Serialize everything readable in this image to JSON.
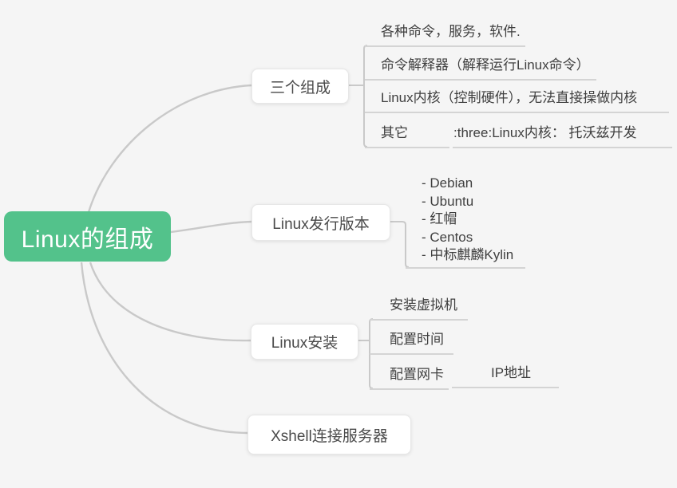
{
  "colors": {
    "background": "#f5f5f5",
    "root_bg": "#53c28b",
    "root_text": "#ffffff",
    "connector_line": "#c9c9c9",
    "node_text": "#4a4a4a"
  },
  "root": {
    "label": "Linux的组成"
  },
  "branches": [
    {
      "label": "三个组成",
      "children": [
        {
          "label": "各种命令，服务，软件."
        },
        {
          "label": "命令解释器（解释运行Linux命令）"
        },
        {
          "label": "Linux内核（控制硬件），无法直接操做内核"
        },
        {
          "label": "其它",
          "children": [
            {
              "label": ":three:Linux内核： 托沃兹开发"
            }
          ]
        }
      ]
    },
    {
      "label": "Linux发行版本",
      "children": [
        {
          "list": [
            "- Debian",
            "- Ubuntu",
            "- 红帽",
            "- Centos",
            "- 中标麒麟Kylin"
          ]
        }
      ]
    },
    {
      "label": "Linux安装",
      "children": [
        {
          "label": "安装虚拟机"
        },
        {
          "label": "配置时间"
        },
        {
          "label": "配置网卡",
          "children": [
            {
              "label": "IP地址"
            }
          ]
        }
      ]
    },
    {
      "label": "Xshell连接服务器"
    }
  ]
}
